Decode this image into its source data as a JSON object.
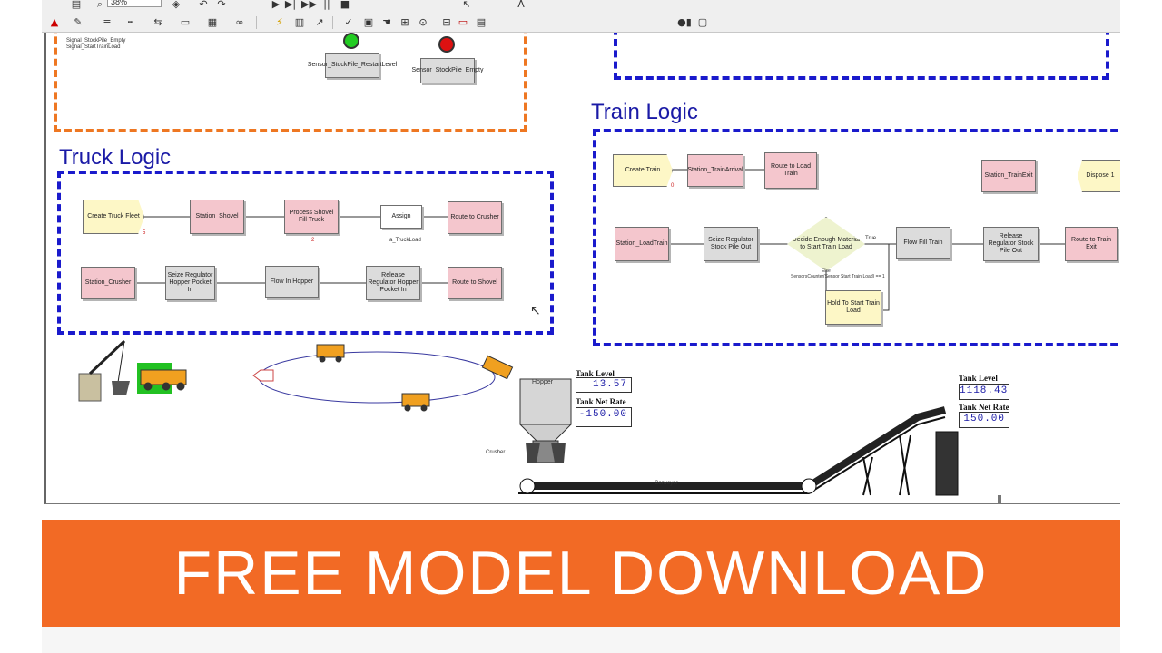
{
  "toolbar": {
    "zoom": "38%"
  },
  "top_fragment": {
    "signal_lines": [
      "Signal_StockPile_Empty",
      "Signal_StartTrainLoad"
    ],
    "sensor_restart": "Sensor_StockPile_RestartLevel",
    "sensor_empty": "Sensor_StockPile_Empty",
    "restart_light_color": "#22cc22",
    "empty_light_color": "#dd1111"
  },
  "truck_logic": {
    "title": "Truck Logic",
    "row1": [
      "Create Truck Fleet",
      "Station_Shovel",
      "Process Shovel Fill Truck",
      "Assign",
      "Route to Crusher"
    ],
    "assign_attr": "a_TruckLoad",
    "create_count": "5",
    "process_count": "2",
    "row2": [
      "Station_Crusher",
      "Seize Regulator Hopper Pocket In",
      "Flow In Hopper",
      "Release Regulator Hopper Pocket In",
      "Route to Shovel"
    ]
  },
  "train_logic": {
    "title": "Train Logic",
    "row1": [
      "Create Train",
      "Station_TrainArrival",
      "Route to Load Train",
      "Station_TrainExit",
      "Dispose 1"
    ],
    "create_count": "0",
    "row2": [
      "Station_LoadTrain",
      "Seize Regulator Stock Pile Out",
      "Decide Enough Material to Start Train Load",
      "Flow Fill Train",
      "Release Regulator Stock Pile Out",
      "Route to Train Exit"
    ],
    "decide_true": "True",
    "decide_else": "Else",
    "decide_condition": "SensorsCounter(Sensor Start Train Load) == 1",
    "hold": "Hold To Start Train Load"
  },
  "animation": {
    "hopper_label": "Hopper",
    "crusher_label": "Crusher",
    "conveyor_label": "Conveyor",
    "tank1": {
      "level_label": "Tank Level",
      "level_value": "13.57",
      "rate_label": "Tank Net Rate",
      "rate_value": "-150.00"
    },
    "tank2": {
      "level_label": "Tank Level",
      "level_value": "1118.43",
      "rate_label": "Tank Net Rate",
      "rate_value": "150.00"
    }
  },
  "banner": {
    "text": "FREE MODEL DOWNLOAD",
    "color": "#f26a25"
  }
}
